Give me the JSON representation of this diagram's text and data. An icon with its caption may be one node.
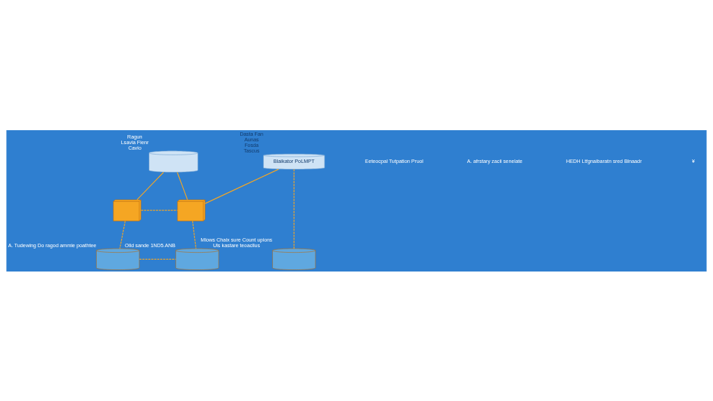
{
  "diagram": {
    "nodes": [
      {
        "text": [],
        "shape": "picture",
        "beside": [
          "Ragun",
          "Lsavia Fienr",
          "Cavio"
        ]
      },
      {
        "text": [
          "Blaikator PoLMPT"
        ],
        "beside": [
          "Dasta Fan",
          "Aunas",
          "Fosda",
          "Tascus"
        ]
      },
      {
        "text": [],
        "shape": "picture"
      },
      {
        "text": [],
        "shape": "picture"
      },
      {
        "text": [],
        "shape": "picture",
        "beside": [
          "A. Tudewing Do ragod ammie poathtee"
        ]
      },
      {
        "text": [],
        "shape": "picture",
        "beside": [
          "Olld sande 1ND5.ANB"
        ]
      },
      {
        "text": [],
        "shape": "picture",
        "beside": [
          "Mlows Chaix sure Count upions",
          "Uls kastare teoacllus"
        ]
      }
    ],
    "edges": [
      {
        "from": 0,
        "to": 2,
        "arrow": "none"
      },
      {
        "from": 0,
        "to": 3,
        "arrow": "none"
      },
      {
        "from": 2,
        "to": 3,
        "arrow": "none",
        "style": "dashed"
      },
      {
        "from": 3,
        "to": 1,
        "arrow": "none"
      },
      {
        "from": 2,
        "to": 4,
        "arrow": "none",
        "style": "dashed"
      },
      {
        "from": 3,
        "to": 5,
        "arrow": "none",
        "style": "dashed"
      },
      {
        "from": 4,
        "to": 5,
        "arrow": "none",
        "style": "dashed"
      },
      {
        "from": 1,
        "to": 6,
        "arrow": "none",
        "style": "dashed"
      }
    ],
    "labels": [
      "Eeteocpal Tutpation Pruol",
      "A. afrstary zacii senelate",
      "HEDH Ltfgnaibaratn sred Blnaadr",
      "¥"
    ]
  }
}
